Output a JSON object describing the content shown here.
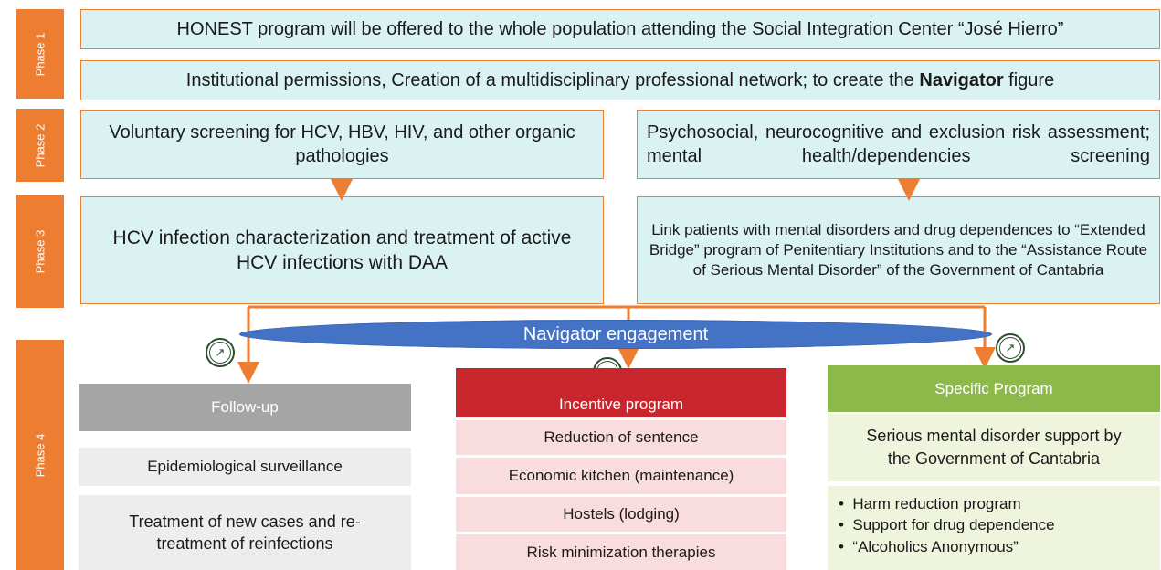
{
  "phases": [
    "Phase 1",
    "Phase 2",
    "Phase 3",
    "Phase 4"
  ],
  "phase1": {
    "box1": "HONEST program will be offered to the whole population attending the Social Integration Center “José Hierro”",
    "box2_pre": "Institutional permissions, Creation of a multidisciplinary professional network; to create the ",
    "box2_bold": "Navigator",
    "box2_post": " figure"
  },
  "phase2": {
    "left": "Voluntary screening for HCV, HBV, HIV, and other organic pathologies",
    "right": "Psychosocial, neurocognitive and exclusion risk assessment; mental health/dependencies screening"
  },
  "phase3": {
    "left": "HCV infection characterization and treatment of active HCV infections with DAA",
    "right": "Link patients with mental disorders and drug dependences to “Extended Bridge” program of Penitentiary Institutions and to the “Assistance Route of Serious Mental Disorder” of the Government of Cantabria"
  },
  "navigator": {
    "label": "Navigator engagement"
  },
  "followup": {
    "title": "Follow-up",
    "item1": "Epidemiological surveillance",
    "item2": "Treatment of new cases and re-treatment of reinfections"
  },
  "incentive": {
    "title": "Incentive program",
    "items": [
      "Reduction of sentence",
      "Economic kitchen (maintenance)",
      "Hostels (lodging)",
      "Risk minimization therapies"
    ]
  },
  "specific": {
    "title": "Specific Program",
    "support": "Serious mental disorder support by the Government of Cantabria",
    "bullets": [
      "Harm reduction program",
      "Support for drug dependence",
      "“Alcoholics Anonymous”"
    ]
  },
  "colors": {
    "phase": "#ED7D31",
    "teal_fill": "#DAF2F2",
    "ellipse": "#4472C4",
    "followup_header": "#A5A5A5",
    "incentive_header": "#C9252C",
    "specific_header": "#8DB84A"
  },
  "icons": {
    "compass": "compass-icon"
  }
}
